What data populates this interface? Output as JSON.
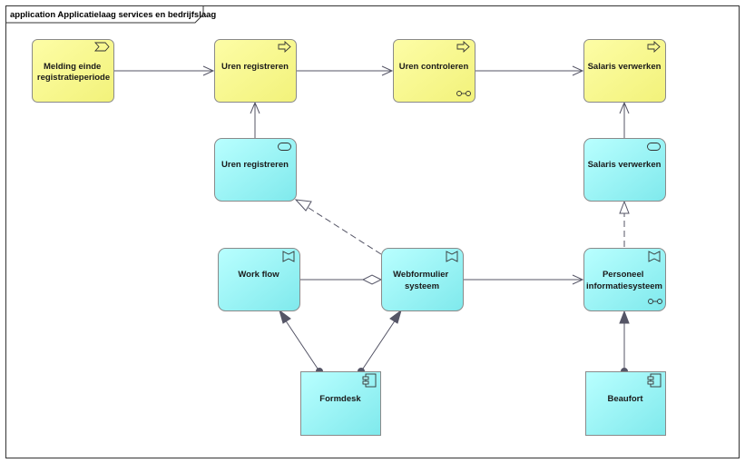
{
  "frame": {
    "title": "application Applicatielaag services en bedrijfslaag"
  },
  "colors": {
    "business_fill": "#fdfda6",
    "business_fill_grad": "#f2f27a",
    "application_fill": "#b9ffff",
    "application_fill_grad": "#7fe9ec",
    "node_stroke": "#8a8a8a",
    "connector": "#555566",
    "frame_stroke": "#333333"
  },
  "nodes": {
    "melding": {
      "lines": [
        "Melding einde",
        "registratieperiode"
      ],
      "kind": "business-event",
      "icon": "event-icon"
    },
    "uren_registreren_proc": {
      "lines": [
        "Uren registreren"
      ],
      "kind": "business-process",
      "icon": "process-arrow-icon"
    },
    "uren_controleren": {
      "lines": [
        "Uren controleren"
      ],
      "kind": "business-process",
      "icon": "process-arrow-icon",
      "badge": "interaction-icon"
    },
    "salaris_verwerken_proc": {
      "lines": [
        "Salaris verwerken"
      ],
      "kind": "business-process",
      "icon": "process-arrow-icon"
    },
    "uren_registreren_svc": {
      "lines": [
        "Uren registreren"
      ],
      "kind": "application-service",
      "icon": "service-icon"
    },
    "salaris_verwerken_svc": {
      "lines": [
        "Salaris verwerken"
      ],
      "kind": "application-service",
      "icon": "service-icon"
    },
    "work_flow": {
      "lines": [
        "Work flow"
      ],
      "kind": "application-function",
      "icon": "function-icon"
    },
    "webformulier": {
      "lines": [
        "Webformulier",
        "systeem"
      ],
      "kind": "application-function",
      "icon": "function-icon"
    },
    "personeel": {
      "lines": [
        "Personeel",
        "informatiesysteem"
      ],
      "kind": "application-function",
      "icon": "function-icon",
      "badge": "interaction-icon"
    },
    "formdesk": {
      "lines": [
        "Formdesk"
      ],
      "kind": "application-component",
      "icon": "component-icon"
    },
    "beaufort": {
      "lines": [
        "Beaufort"
      ],
      "kind": "application-component",
      "icon": "component-icon"
    }
  },
  "connections": [
    {
      "from": "melding",
      "to": "uren_registreren_proc",
      "type": "triggering"
    },
    {
      "from": "uren_registreren_proc",
      "to": "uren_controleren",
      "type": "triggering"
    },
    {
      "from": "uren_controleren",
      "to": "salaris_verwerken_proc",
      "type": "triggering"
    },
    {
      "from": "uren_registreren_svc",
      "to": "uren_registreren_proc",
      "type": "serving"
    },
    {
      "from": "salaris_verwerken_svc",
      "to": "salaris_verwerken_proc",
      "type": "serving"
    },
    {
      "from": "webformulier",
      "to": "uren_registreren_svc",
      "type": "realization"
    },
    {
      "from": "personeel",
      "to": "salaris_verwerken_svc",
      "type": "realization"
    },
    {
      "from": "webformulier",
      "to": "work_flow",
      "type": "aggregation"
    },
    {
      "from": "webformulier",
      "to": "personeel",
      "type": "flow"
    },
    {
      "from": "formdesk",
      "to": "work_flow",
      "type": "assignment"
    },
    {
      "from": "formdesk",
      "to": "webformulier",
      "type": "assignment"
    },
    {
      "from": "beaufort",
      "to": "personeel",
      "type": "assignment"
    }
  ]
}
